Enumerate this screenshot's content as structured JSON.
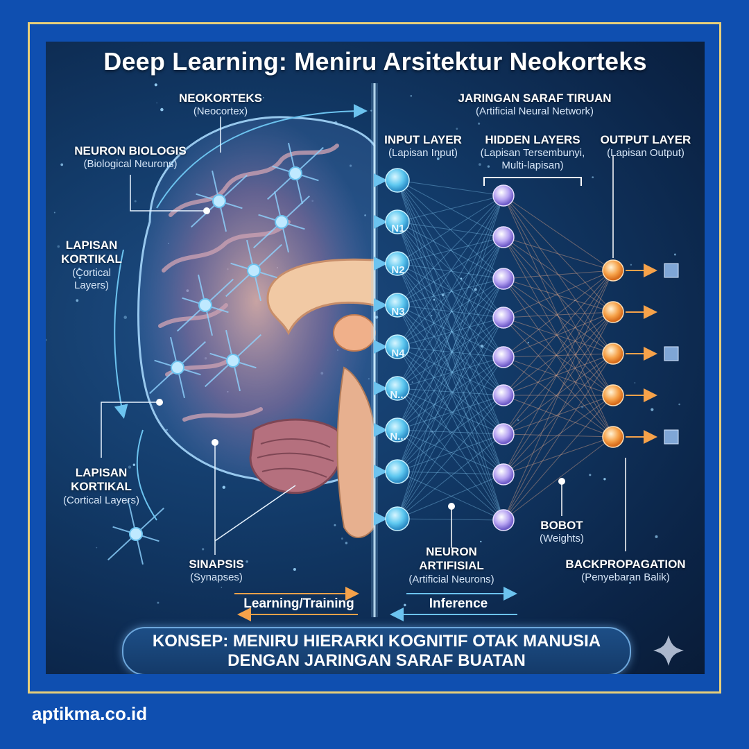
{
  "title": "Deep Learning: Meniru Arsitektur Neokorteks",
  "brain_labels": {
    "neocortex": {
      "title": "NEOKORTEKS",
      "sub": "(Neocortex)"
    },
    "bio_neuron": {
      "title": "NEURON BIOLOGIS",
      "sub": "(Biological Neurons)"
    },
    "cortical_layers_top": {
      "line1": "LAPISAN",
      "line2": "KORTIKAL",
      "sub1": "(Cortical",
      "sub2": "Layers)"
    },
    "cortical_layers_bottom": {
      "line1": "LAPISAN",
      "line2": "KORTIKAL",
      "sub": "(Cortical Layers)"
    },
    "synapse": {
      "title": "SINAPSIS",
      "sub": "(Synapses)"
    }
  },
  "network_labels": {
    "ann": {
      "title": "JARINGAN SARAF TIRUAN",
      "sub": "(Artificial Neural Network)"
    },
    "input": {
      "title": "INPUT LAYER",
      "sub": "(Lapisan Input)"
    },
    "hidden": {
      "title": "HIDDEN LAYERS",
      "sub1": "(Lapisan Tersembunyi,",
      "sub2": "Multi-lapisan)"
    },
    "output": {
      "title": "OUTPUT LAYER",
      "sub": "(Lapisan Output)"
    },
    "artificial_neuron": {
      "line1": "NEURON",
      "line2": "ARTIFISIAL",
      "sub": "(Artificial Neurons)"
    },
    "weights": {
      "title": "BOBOT",
      "sub": "(Weights)"
    },
    "backprop": {
      "title": "BACKPROPAGATION",
      "sub": "(Penyebaran Balik)"
    }
  },
  "input_nodes": [
    "",
    "N1",
    "N2",
    "N3",
    "N4",
    "N...",
    "N...",
    "",
    ""
  ],
  "flows": {
    "learning": "Learning/Training",
    "inference": "Inference"
  },
  "concept": {
    "line1": "KONSEP: MENIRU HIERARKI KOGNITIF OTAK MANUSIA",
    "line2": "DENGAN JARINGAN SARAF BUATAN"
  },
  "site": "aptikma.co.id",
  "colors": {
    "background": "#0f4fb0",
    "frame": "#e7cf7a",
    "input_node": "#5ec8f0",
    "hidden_node": "#b7a4f2",
    "output_node": "#f6a24a",
    "arrow": "#6cc3ef"
  }
}
